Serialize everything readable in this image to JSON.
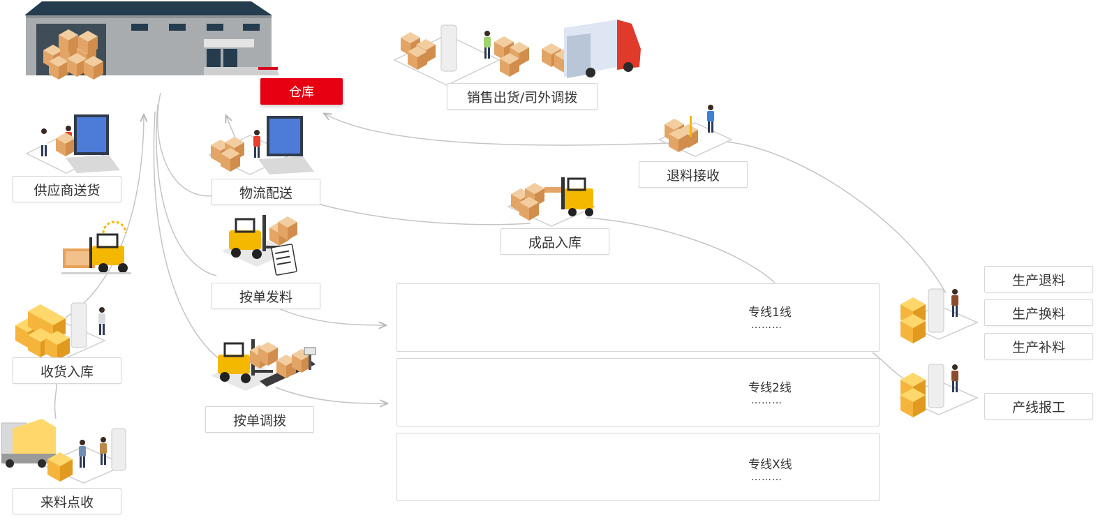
{
  "warehouse": {
    "label": "仓库"
  },
  "inbound": {
    "supplier_delivery": "供应商送货",
    "receiving_storage": "收货入库",
    "incoming_inspection": "来料点收"
  },
  "outbound": {
    "logistics_delivery": "物流配送",
    "issue_by_order": "按单发料",
    "transfer_by_order": "按单调拨",
    "sales_shipment": "销售出货/司外调拨",
    "finished_goods_storage": "成品入库",
    "return_receiving": "退料接收"
  },
  "production_lines": [
    {
      "name": "专线1线",
      "dots": "………"
    },
    {
      "name": "专线2线",
      "dots": "………"
    },
    {
      "name": "专线X线",
      "dots": "………"
    }
  ],
  "production_actions": {
    "return_material": "生产退料",
    "replace_material": "生产换料",
    "supplement_material": "生产补料",
    "line_report": "产线报工"
  },
  "colors": {
    "accent_red": "#e60012",
    "box_tan": "#e8b27a",
    "forklift_yellow": "#f5b800",
    "line_gray": "#c4c4c4",
    "border_gray": "#d6d6d6"
  }
}
